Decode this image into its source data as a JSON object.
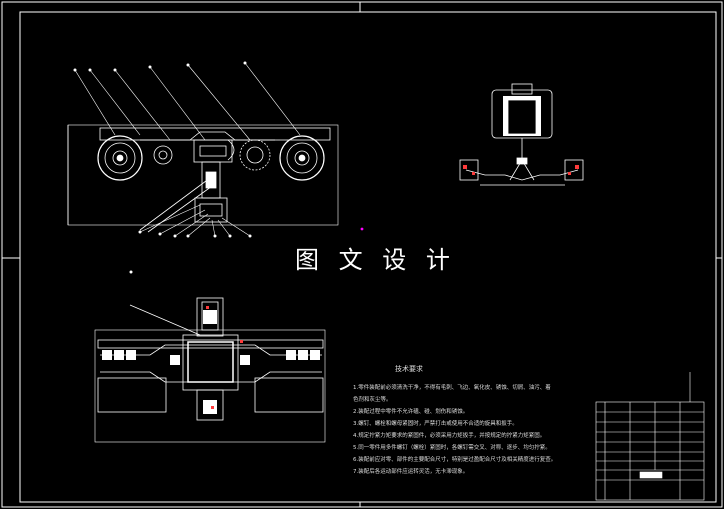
{
  "watermark": "图 文 设 计",
  "tech_notes": {
    "title": "技术要求",
    "lines": [
      "1.零件装配前必须清洗干净，不得有毛刺、飞边、氧化皮、锈蚀、切屑、油污、着",
      "色剂和灰尘等。",
      "2.装配过程中零件不允许磕、碰、划伤和锈蚀。",
      "3.螺钉、螺栓和螺母紧固时，严禁打击或使用不合适的旋具和扳手。",
      "4.规定拧紧力矩要求的紧固件，必须采用力矩扳手，并按规定的拧紧力矩紧固。",
      "5.同一零件用多件螺钉（螺栓）紧固时，各螺钉需交叉、对称、逐步、均匀拧紧。",
      "6.装配前应对零、部件的主要配合尺寸，特别是过盈配合尺寸及相关精度进行复查。",
      "7.装配后各运动部件应运转灵活，无卡滞现象。"
    ]
  },
  "colors": {
    "background": "#000000",
    "border": "#ffffff",
    "drawing": "#ffffff",
    "leader": "#ffffff",
    "accent_red": "#ff3b3b",
    "marker": "#ff00ff"
  }
}
